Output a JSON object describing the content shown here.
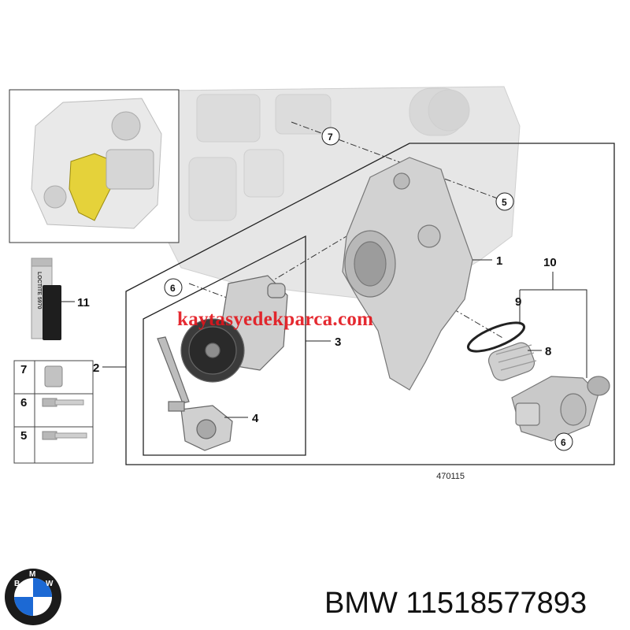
{
  "diagram": {
    "figure_id": "470115",
    "callouts": {
      "c1": "1",
      "c2": "2",
      "c3": "3",
      "c4": "4",
      "c5": "5",
      "c6a": "6",
      "c6b": "6",
      "c7": "7",
      "c8": "8",
      "c9": "9",
      "c10": "10",
      "c11": "11"
    },
    "side_table": [
      "7",
      "6",
      "5"
    ],
    "sealant_tube_label": "LOCTITE 5970"
  },
  "watermark": "kaytasyedekparca.com",
  "part_title": "BMW 11518577893",
  "brand_logo_letters": [
    "B",
    "M",
    "W"
  ]
}
